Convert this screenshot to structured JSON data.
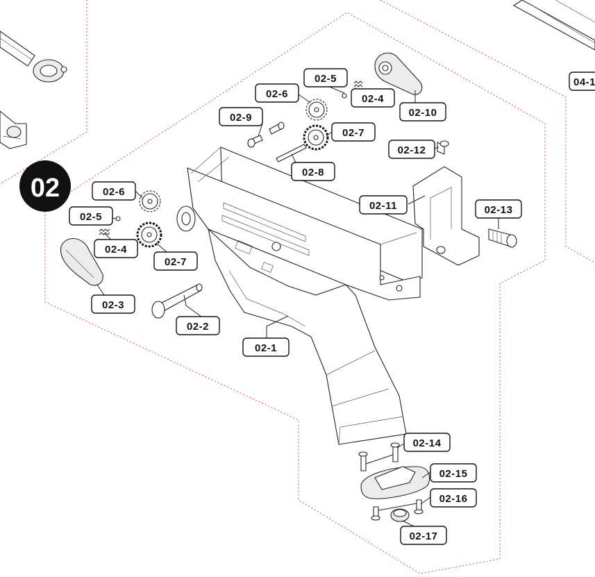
{
  "badge": {
    "text": "02"
  },
  "labels": {
    "p02_1": "02-1",
    "p02_2": "02-2",
    "p02_3": "02-3",
    "p02_4a": "02-4",
    "p02_4b": "02-4",
    "p02_5a": "02-5",
    "p02_5b": "02-5",
    "p02_6a": "02-6",
    "p02_6b": "02-6",
    "p02_7a": "02-7",
    "p02_7b": "02-7",
    "p02_8": "02-8",
    "p02_9": "02-9",
    "p02_10": "02-10",
    "p02_11": "02-11",
    "p02_12": "02-12",
    "p02_13": "02-13",
    "p02_14": "02-14",
    "p02_15": "02-15",
    "p02_16": "02-16",
    "p02_17": "02-17",
    "p04_cut": "04-1"
  },
  "colors": {
    "boundary": "#d44444",
    "badge": "#111111"
  }
}
